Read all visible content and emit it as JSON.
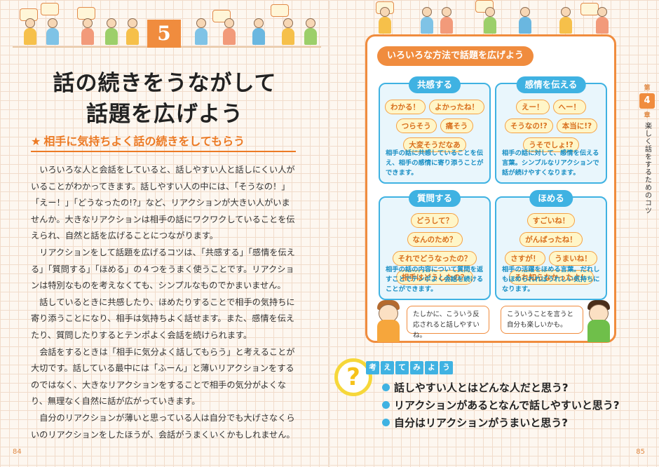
{
  "left_page": {
    "chapter_number": "5",
    "title_line1": "話の続きをうながして",
    "title_line2": "話題を広げよう",
    "subtitle": "相手に気持ちよく話の続きをしてもらう",
    "paragraphs": [
      "いろいろな人と会話をしていると、話しやすい人と話しにくい人がいることがわかってきます。話しやすい人の中には、「そうなの！」「えー！」「どうなったの!?」など、リアクションが大きい人がいませんか。大きなリアクションは相手の話にワクワクしていることを伝えられ、自然と話を広げることにつながります。",
      "リアクションをして話題を広げるコツは、「共感する」「感情を伝える」「質問する」「ほめる」の４つをうまく使うことです。リアクションは特別なものを考えなくても、シンプルなものでかまいません。",
      "話しているときに共感したり、ほめたりすることで相手の気持ちに寄り添うことになり、相手は気持ちよく話せます。また、感情を伝えたり、質問したりするとテンポよく会話を続けられます。",
      "会話をするときは「相手に気分よく話してもらう」と考えることが大切です。話している最中には「ふーん」と薄いリアクションをするのではなく、大きなリアクションをすることで相手の気分がよくなり、無理なく自然に話が広がっていきます。",
      "自分のリアクションが薄いと思っている人は自分でも大げさなくらいのリアクションをしたほうが、会話がうまくいくかもしれません。"
    ],
    "page_number": "84"
  },
  "right_page": {
    "panel_title": "いろいろな方法で話題を広げよう",
    "cards": [
      {
        "title": "共感する",
        "chips": [
          "わかる！",
          "よかったね！",
          "つらそう",
          "痛そう",
          "大変そうだなあ"
        ],
        "desc": "相手の話に共感していることを伝え、相手の感情に寄り添うことができます。"
      },
      {
        "title": "感情を伝える",
        "chips": [
          "えー！",
          "へー！",
          "そうなの!?",
          "本当に!?",
          "うそでしょ!?"
        ],
        "desc": "相手の話に対して、感情を伝える言葉。シンプルなリアクションで話が続けやすくなります。"
      },
      {
        "title": "質問する",
        "chips": [
          "どうして？",
          "なんのため？",
          "それでどうなったの？",
          "相手はどうしたの？"
        ],
        "desc": "相手の話の内容について質問を返すことでテンポよく会話を続けることができます。"
      },
      {
        "title": "ほめる",
        "chips": [
          "すごいね！",
          "がんばったね！",
          "さすが！",
          "うまいね！",
          "それ知らなかったよ！"
        ],
        "desc": "相手の活躍をほめる言葉。だれしもほめられればうれしい気持ちになります。"
      }
    ],
    "speech_left": "たしかに、こういう反応されると話しやすいね。",
    "speech_right": "こういうことを言うと自分も楽しいかも。",
    "think_label": [
      "考",
      "え",
      "て",
      "み",
      "よ",
      "う"
    ],
    "questions": [
      "話しやすい人とはどんな人だと思う?",
      "リアクションがあるとなんで話しやすいと思う?",
      "自分はリアクションがうまいと思う?"
    ],
    "side_tab": {
      "prefix": "第",
      "number": "4",
      "suffix": "章",
      "label": "楽しく話をするためのコツ"
    },
    "page_number": "85"
  },
  "colors": {
    "accent_orange": "#f08c3e",
    "accent_blue": "#3fb2e2",
    "chip_fill": "#fff6c8"
  }
}
